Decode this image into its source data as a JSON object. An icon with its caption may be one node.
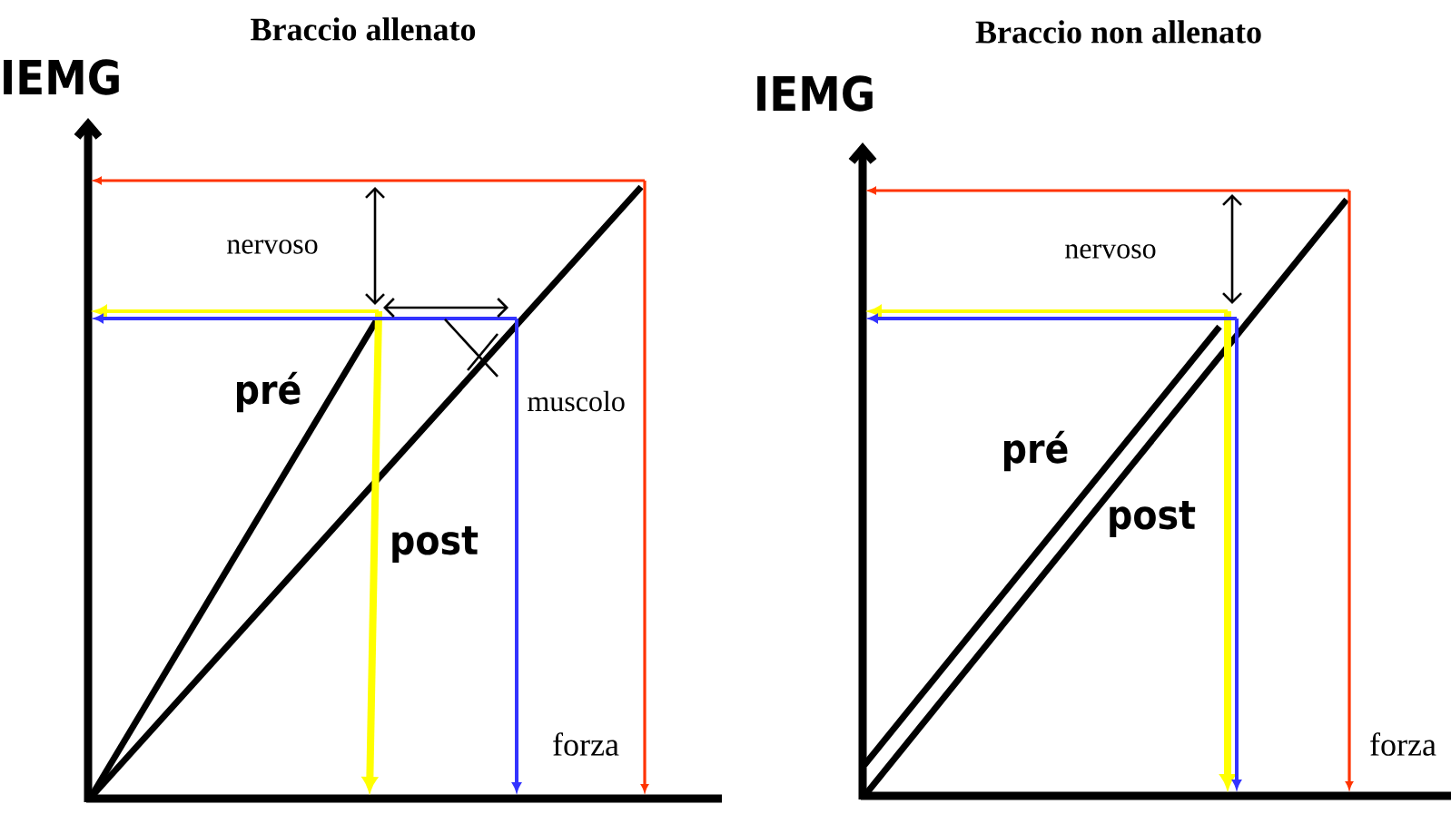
{
  "diagram": {
    "labels": [
      "Braccio allenato",
      "IEMG",
      "nervoso",
      "pré",
      "muscolo",
      "post",
      "forza",
      "Braccio non allenato",
      "IEMG",
      "nervoso",
      "pré",
      "post",
      "forza"
    ]
  }
}
